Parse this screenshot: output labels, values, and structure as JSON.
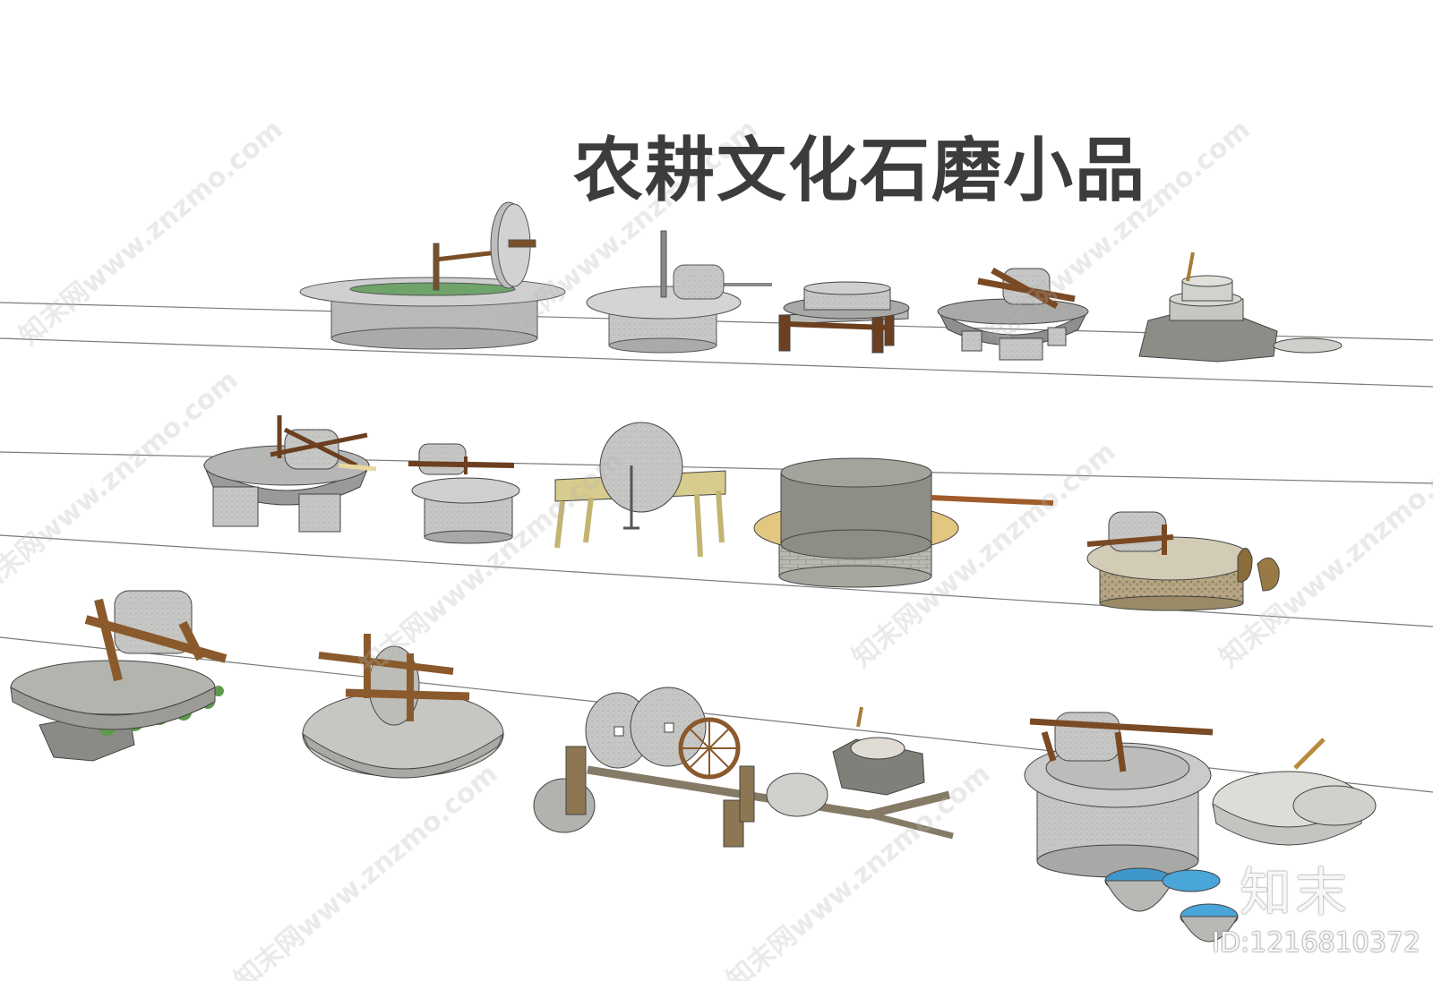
{
  "title": "农耕文化石磨小品",
  "watermark": "知末网www.znzmo.com",
  "brand": "知末",
  "image_id": "ID:1216810372",
  "colors": {
    "stone": "#c9c9c7",
    "stone_dark": "#9c9c9a",
    "wood": "#8a5a2c",
    "wood_light": "#d8cc92",
    "grass": "#5c9a4e",
    "water": "#4aa6d8",
    "line": "#777777"
  }
}
